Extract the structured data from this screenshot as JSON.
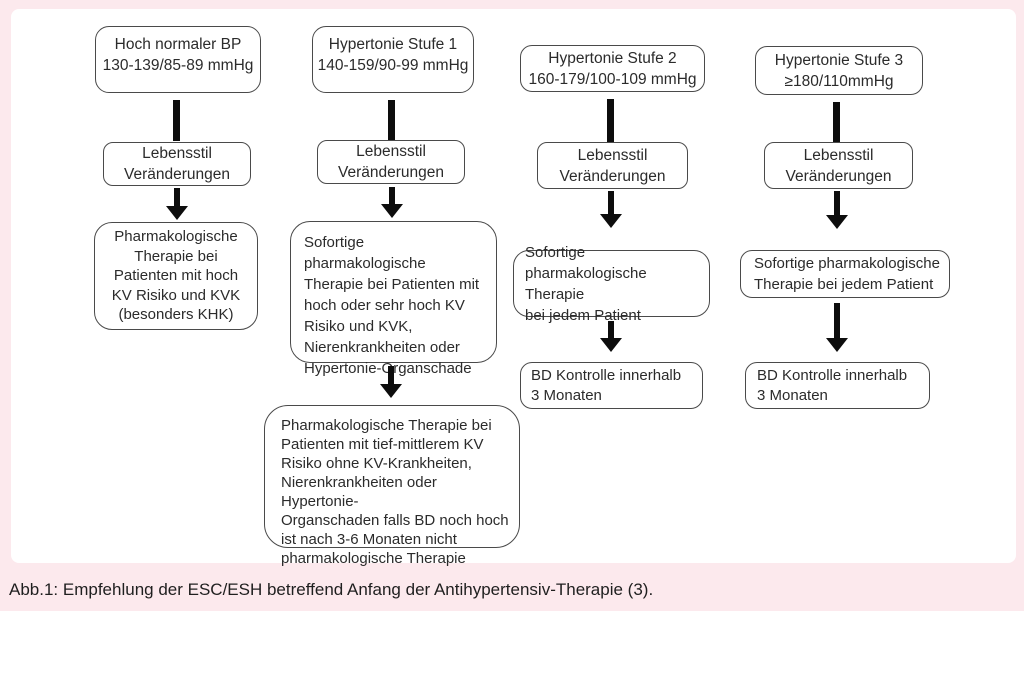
{
  "figure": {
    "caption": "Abb.1: Empfehlung der ESC/ESH betreffend Anfang der Antihypertensiv-Therapie (3)."
  },
  "colors": {
    "page_band": "#fce9ed",
    "panel": "#ffffff",
    "box_border": "#4a4a4a",
    "text": "#2b2b2b",
    "arrow": "#0d0d0d"
  },
  "flowchart": {
    "columns": [
      {
        "header": "Hoch normaler BP\n130-139/85-89 mmHg",
        "lifestyle": "Lebensstil\nVeränderungen",
        "therapy": "Pharmakologische\nTherapie bei\nPatienten mit hoch\nKV Risiko und KVK\n(besonders KHK)"
      },
      {
        "header": "Hypertonie Stufe 1\n140-159/90-99 mmHg",
        "lifestyle": "Lebensstil\nVeränderungen",
        "therapy": "Sofortige pharmakologische\nTherapie bei Patienten mit\nhoch oder sehr hoch KV\nRisiko und KVK,\nNierenkrankheiten oder\nHypertonie-Organschade",
        "followup": "Pharmakologische Therapie bei\nPatienten mit tief-mittlerem KV\nRisiko ohne KV-Krankheiten,\nNierenkrankheiten oder Hypertonie-\nOrganschaden falls BD noch hoch\nist nach 3-6 Monaten nicht\npharmakologische Therapie"
      },
      {
        "header": "Hypertonie Stufe 2\n160-179/100-109 mmHg",
        "lifestyle": "Lebensstil\nVeränderungen",
        "therapy": "Sofortige\npharmakologische Therapie\nbei jedem Patient",
        "followup": "BD Kontrolle innerhalb\n3 Monaten"
      },
      {
        "header": "Hypertonie Stufe 3\n≥180/110mmHg",
        "lifestyle": "Lebensstil\nVeränderungen",
        "therapy": "Sofortige pharmakologische\nTherapie bei jedem Patient",
        "followup": "BD Kontrolle innerhalb\n3 Monaten"
      }
    ]
  }
}
